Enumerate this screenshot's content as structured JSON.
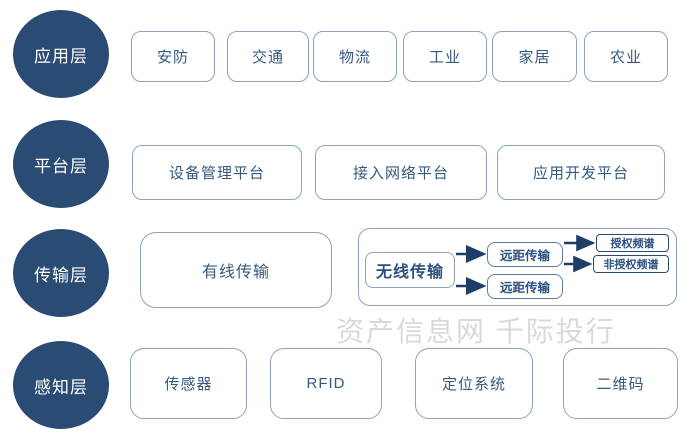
{
  "colors": {
    "circle_fill": "#2a4b73",
    "light_box_border": "#8ca3c3",
    "box_text": "#35597f",
    "inner_branch_border": "#5b7ca8",
    "spectrum_border": "#2a4a72",
    "connector": "#1e3e68",
    "watermark_text": "#d9d9d9",
    "background": "#ffffff"
  },
  "layers": {
    "application": {
      "label": "应用层",
      "items": [
        "安防",
        "交通",
        "物流",
        "工业",
        "家居",
        "农业"
      ]
    },
    "platform": {
      "label": "平台层",
      "items": [
        "设备管理平台",
        "接入网络平台",
        "应用开发平台"
      ]
    },
    "transmission": {
      "label": "传输层",
      "wired": "有线传输",
      "wireless": {
        "label": "无线传输",
        "branch_top": "远距传输",
        "branch_bottom": "远距传输",
        "spectrum_licensed": "授权频谱",
        "spectrum_unlicensed": "非授权频谱"
      }
    },
    "perception": {
      "label": "感知层",
      "items": [
        "传感器",
        "RFID",
        "定位系统",
        "二维码"
      ]
    }
  },
  "watermark": "资产信息网 千际投行"
}
